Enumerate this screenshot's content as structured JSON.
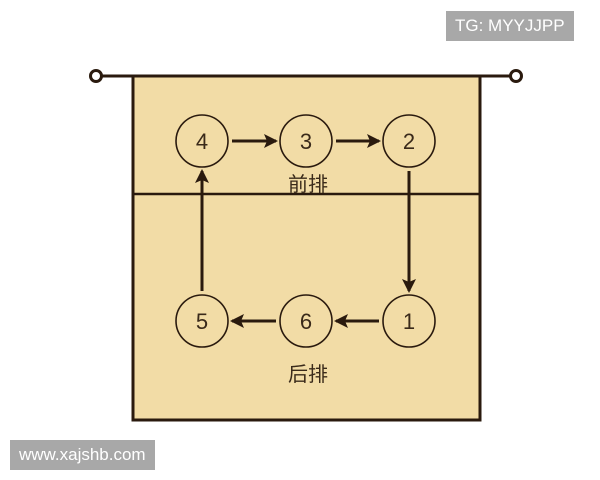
{
  "watermarks": {
    "top_right": "TG: MYYJJPP",
    "bottom_left": "www.xajshb.com"
  },
  "court": {
    "fill_color": "#f2dca6",
    "line_color": "#2a1a0e",
    "front_row_label": "前排",
    "back_row_label": "后排"
  },
  "positions": [
    {
      "id": "4",
      "row": "front",
      "col": 0
    },
    {
      "id": "3",
      "row": "front",
      "col": 1
    },
    {
      "id": "2",
      "row": "front",
      "col": 2
    },
    {
      "id": "5",
      "row": "back",
      "col": 0
    },
    {
      "id": "6",
      "row": "back",
      "col": 1
    },
    {
      "id": "1",
      "row": "back",
      "col": 2
    }
  ],
  "rotation_order": [
    "1",
    "6",
    "5",
    "4",
    "3",
    "2",
    "1"
  ]
}
